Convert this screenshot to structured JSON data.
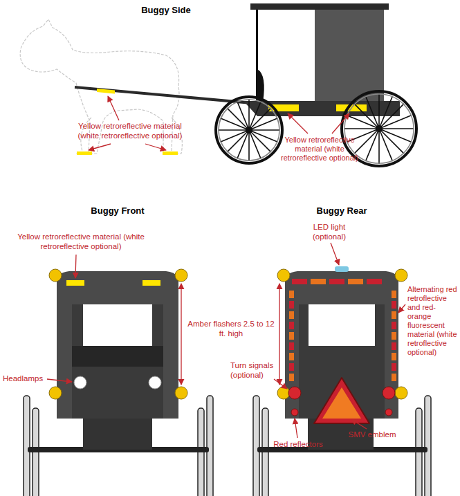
{
  "diagram": {
    "labels": [
      "Buggy Side",
      "Yellow retroreflective material (white retroreflective optional)",
      "Yellow retroreflective material (white retroreflective optional)",
      "Buggy Front",
      "Yellow retroreflective material (white retroreflective optional)",
      "Headlamps",
      "Amber flashers 2.5 to 12 ft. high",
      "Buggy Rear",
      "LED light (optional)",
      "Alternating red retroflective and red-orange fluorescent material (white retroflective optional)",
      "Turn signals (optional)",
      "Red reflectors",
      "SMV emblem"
    ]
  }
}
